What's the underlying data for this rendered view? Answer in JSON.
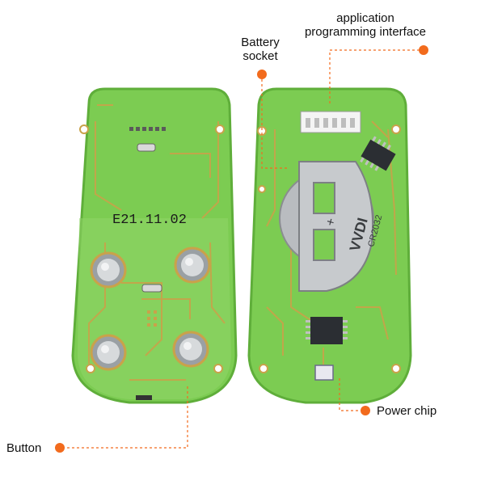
{
  "board_marking": "E21.11.02",
  "coin_cell_brand": "VVDI",
  "coin_cell_model": "CR2032",
  "callouts": {
    "application_interface": {
      "line1": "application",
      "line2": "programming interface"
    },
    "battery_socket": {
      "line1": "Battery",
      "line2": "socket"
    },
    "power_chip": {
      "text": "Power chip"
    },
    "button": {
      "text": "Button"
    }
  },
  "colors": {
    "pcb_green": "#7ccc52",
    "pcb_edge": "#5fae3a",
    "trace": "#c9a24a",
    "callout_orange": "#f26b1d",
    "metal": "#b9bcc0",
    "chip_black": "#2b2e33"
  }
}
